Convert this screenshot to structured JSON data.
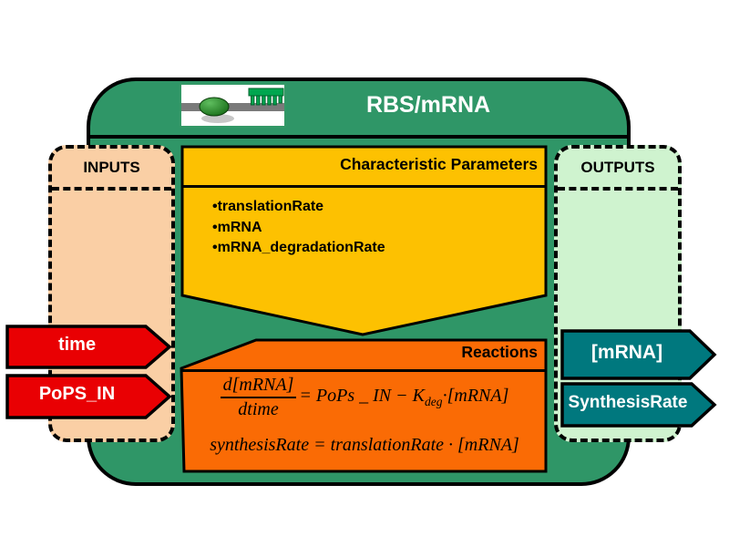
{
  "header": {
    "title": "RBS/mRNA",
    "icon": "ribosome-mrna-icon"
  },
  "inputs": {
    "label": "INPUTS",
    "signals": [
      "time",
      "PoPS_IN"
    ]
  },
  "outputs": {
    "label": "OUTPUTS",
    "signals": [
      "[mRNA]",
      "SynthesisRate"
    ]
  },
  "parameters": {
    "title": "Characteristic Parameters",
    "items": [
      "•translationRate",
      "•mRNA",
      "•mRNA_degradationRate"
    ]
  },
  "reactions": {
    "title": "Reactions",
    "ode": {
      "numerator": "d[mRNA]",
      "denominator": "dtime",
      "rhs_start": "= PoPs _ IN − K",
      "k_subscript": "deg",
      "rhs_end": "·[mRNA]"
    },
    "rate_equation": "synthesisRate = translationRate · [mRNA]"
  },
  "colors": {
    "panel_green": "#2F9667",
    "parameters_yellow": "#FDC101",
    "reactions_orange": "#FA6B05",
    "inputs_peach": "#FACFA5",
    "outputs_light_green": "#CFF3CF",
    "input_arrow_red": "#E90003",
    "output_arrow_teal": "#00787E"
  }
}
